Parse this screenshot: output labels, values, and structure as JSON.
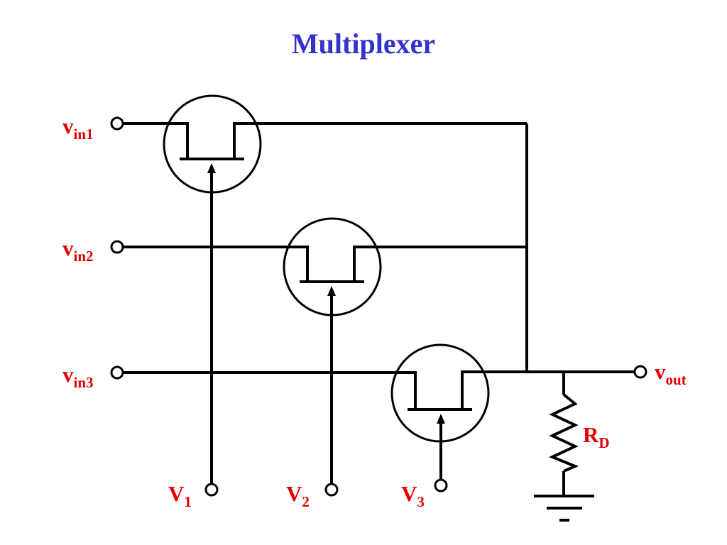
{
  "title": "Multiplexer",
  "colors": {
    "title": "#3333cc",
    "labels": "#e00000",
    "wires": "#000000"
  },
  "inputs": [
    {
      "base": "v",
      "sub": "in1"
    },
    {
      "base": "v",
      "sub": "in2"
    },
    {
      "base": "v",
      "sub": "in3"
    }
  ],
  "controls": [
    {
      "base": "V",
      "sub": "1"
    },
    {
      "base": "V",
      "sub": "2"
    },
    {
      "base": "V",
      "sub": "3"
    }
  ],
  "output": {
    "base": "v",
    "sub": "out"
  },
  "resistor": {
    "base": "R",
    "sub": "D"
  },
  "components": [
    "transistor-1",
    "transistor-2",
    "transistor-3",
    "load-resistor",
    "ground-symbol"
  ]
}
